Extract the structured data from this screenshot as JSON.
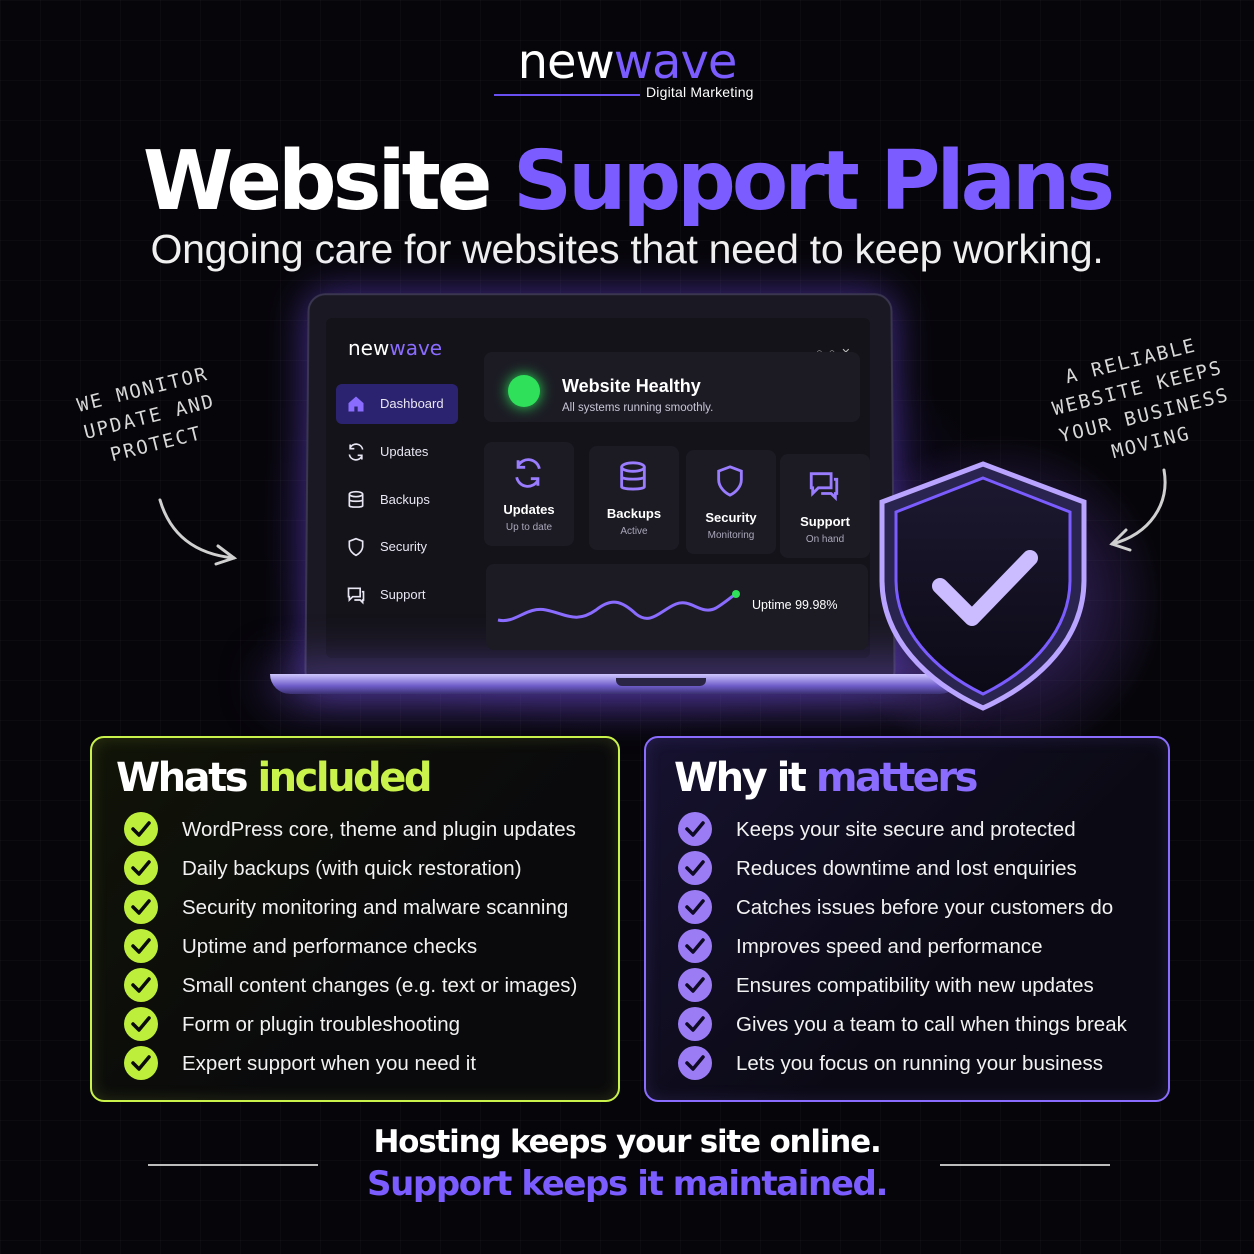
{
  "logo": {
    "part1": "new",
    "part2": "wave",
    "tagline": "Digital Marketing"
  },
  "headline": {
    "part1": "Website",
    "part2": "Support Plans"
  },
  "subheadline": "Ongoing care for websites that need to keep working.",
  "notes": {
    "left": "We monitor update and protect",
    "right": "A reliable website keeps your business moving"
  },
  "dashboard": {
    "logo_part1": "new",
    "logo_part2": "wave",
    "nav": [
      {
        "label": "Dashboard",
        "icon": "home-icon",
        "active": true
      },
      {
        "label": "Updates",
        "icon": "refresh-icon"
      },
      {
        "label": "Backups",
        "icon": "database-icon"
      },
      {
        "label": "Security",
        "icon": "shield-icon"
      },
      {
        "label": "Support",
        "icon": "chat-icon"
      }
    ],
    "health": {
      "title": "Website Healthy",
      "subtitle": "All systems running smoothly."
    },
    "tiles": [
      {
        "title": "Updates",
        "status": "Up to date",
        "icon": "refresh-icon"
      },
      {
        "title": "Backups",
        "status": "Active",
        "icon": "database-icon"
      },
      {
        "title": "Security",
        "status": "Monitoring",
        "icon": "shield-icon"
      },
      {
        "title": "Support",
        "status": "On hand",
        "icon": "chat-icon"
      }
    ],
    "uptime": "Uptime 99.98%"
  },
  "included": {
    "title_part1": "Whats",
    "title_part2": "included",
    "items": [
      "WordPress core, theme and plugin updates",
      "Daily backups (with quick restoration)",
      "Security monitoring and malware scanning",
      "Uptime and performance checks",
      "Small content changes (e.g. text or images)",
      "Form or plugin troubleshooting",
      "Expert support when you need it"
    ]
  },
  "matters": {
    "title_part1": "Why it",
    "title_part2": "matters",
    "items": [
      "Keeps your site secure and protected",
      "Reduces downtime and lost enquiries",
      "Catches issues before your customers do",
      "Improves speed and performance",
      "Ensures compatibility with new updates",
      "Gives you a team to call when things break",
      "Lets you focus on running your business"
    ]
  },
  "footer": {
    "line1": "Hosting keeps your site online.",
    "line2": "Support keeps it maintained."
  },
  "colors": {
    "accent_purple": "#7b5cff",
    "accent_lime": "#c9f24a",
    "healthy_green": "#2ee05a"
  }
}
